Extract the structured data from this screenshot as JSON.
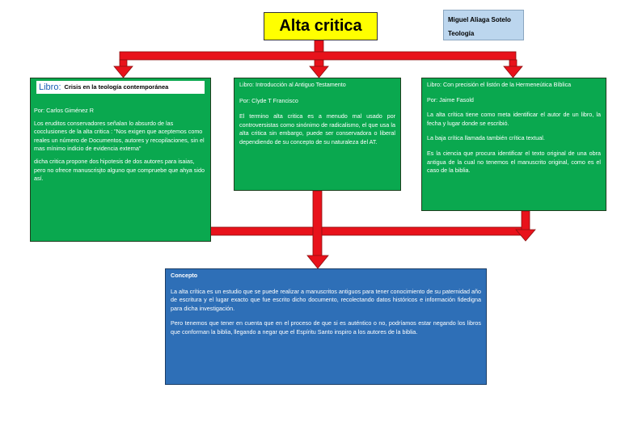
{
  "title": "Alta critica",
  "author": {
    "name": "Miguel Aliaga Sotelo",
    "subject": "Teología"
  },
  "box1": {
    "libro_label": "Libro:",
    "libro_title": "Crisis en la teología contemporánea",
    "por": "Por: Carlos Giménez R",
    "p1": "Los eruditos conservadores señalan lo absurdo de las cocclusiones de la alta critica : \"Nos exigen que aceptemos como reales un número de Documentos, autores y recopilaciones, sin el mas mínimo indicio de evidencia externa\"",
    "p2": "dicha critica propone dos hipotesis de dos autores para isaias, pero no ofrece manuscrisjto alguno que compruebe que ahya sido así."
  },
  "box2": {
    "libro": "Libro: Introducción al Antiguo Testamento",
    "por": "Por: Clyde T Francisco",
    "p1": "El termino alta critica es a menudo mal usado por controversistas como sinónimo de radicalismo, el que usa la alta critica sin embargo, puede ser conservadora o liberal dependiendo de su concepto de su naturaleza del AT."
  },
  "box3": {
    "libro": "Libro: Con precisión el listón de la Hermeneútica Bíblica",
    "por": "Por: Jaime Fasold",
    "p1": "La alta crítica tiene como meta identificar el autor de un libro, la fecha y lugar donde se escribió.",
    "p2": "La baja crítica llamada también crítica textual.",
    "p3": "Es la ciencia que procura identificar el texto original de una obra antigua de la cual no tenemos el manuscrito original, como es el caso de la biblia."
  },
  "concepto": {
    "title": "Concepto",
    "p1": "La alta crítica es un estudio que se puede realizar a manuscritos antiguos para tener conocimiento de su paternidad año de escritura y el lugar exacto que fue escrito dicho documento, recolectando datos históricos e información fidedigna para dicha investigación.",
    "p2": "Pero tenemos que tener en cuenta que en el proceso de que si es auténtico o no, podríamos estar negando los libros que conforman la biblia, llegando a negar que el Espíritu Santo inspiro a los autores de la biblia."
  },
  "colors": {
    "arrow": "#e8121b",
    "box_green": "#0aa84f",
    "box_blue": "#2e6fb7",
    "title_bg": "#ffff00"
  }
}
